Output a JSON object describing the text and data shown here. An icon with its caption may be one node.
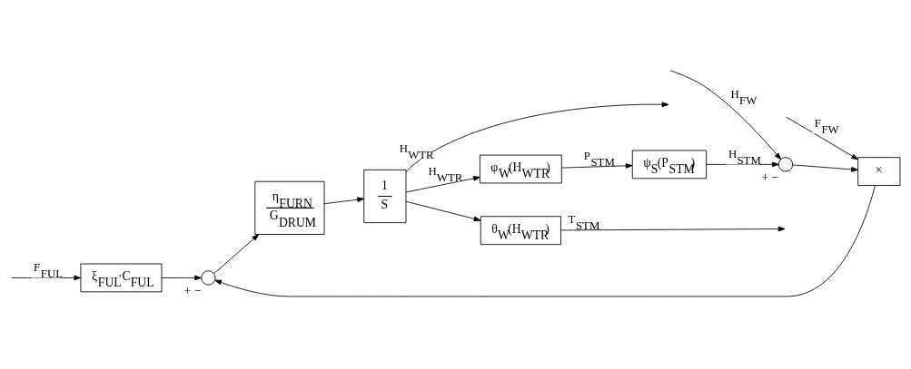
{
  "diagram": {
    "nodes": [
      {
        "text": [
          "ξ$_{FUL}$·C$_{FUL}$"
        ]
      },
      {
        "text": [],
        "shape": "circle",
        "beside": [
          "+",
          "−"
        ]
      },
      {
        "text": [
          "η$_{FURN}$",
          "G$_{DRUM}$"
        ]
      },
      {
        "text": [
          "1",
          "S"
        ]
      },
      {
        "text": [],
        "shape": "circle",
        "beside": [
          "+",
          "−"
        ]
      },
      {
        "text": [
          "×"
        ]
      },
      {
        "text": [
          "θ$_{W}$(H$_{WTR}$)"
        ]
      },
      {
        "text": [
          "φ$_{W}$(H$_{WTR}$)"
        ]
      },
      {
        "text": [
          "ψ$_{S}$(P$_{STM}$)"
        ]
      }
    ],
    "edges": [
      {
        "from": null,
        "to": 0,
        "arrow": "to",
        "label": "F$_{FUL}$"
      },
      {
        "from": 0,
        "to": 1,
        "arrow": "to"
      },
      {
        "from": 1,
        "to": 2,
        "arrow": "to"
      },
      {
        "from": 2,
        "to": 3,
        "arrow": "to"
      },
      {
        "from": 3,
        "to": 7,
        "arrow": "to",
        "label": "H$_{WTR}$"
      },
      {
        "from": 3,
        "to": null,
        "arrow": "to",
        "label": "H$_{WTR}$"
      },
      {
        "from": 3,
        "to": 6,
        "arrow": "to"
      },
      {
        "from": 6,
        "to": null,
        "arrow": "to",
        "label": "T$_{STM}$"
      },
      {
        "from": 7,
        "to": 8,
        "arrow": "to",
        "label": "P$_{STM}$"
      },
      {
        "from": 8,
        "to": 4,
        "arrow": "to",
        "label": "H$_{STM}$"
      },
      {
        "from": null,
        "to": 4,
        "arrow": "to",
        "label": "H$_{FW}$"
      },
      {
        "from": 4,
        "to": 5,
        "arrow": "to"
      },
      {
        "from": null,
        "to": 5,
        "arrow": "to",
        "label": "F$_{FW}$"
      },
      {
        "from": 5,
        "to": 1,
        "arrow": "to"
      }
    ]
  }
}
